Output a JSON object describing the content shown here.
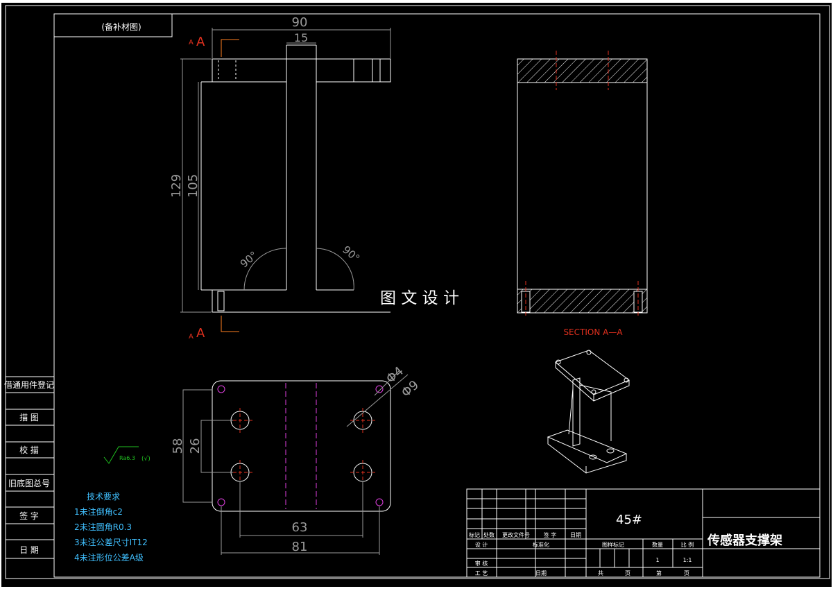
{
  "title_tab": "(备补材图)",
  "section_mark": "A",
  "section_label": "SECTION A—A",
  "watermark": "图 文 设 计",
  "dims": {
    "top_width": "90",
    "web_width": "15",
    "height_total": "129",
    "height_inner": "105",
    "angle_left": "90°",
    "angle_right": "90°",
    "hole_small": "Φ4",
    "hole_large": "Φ9",
    "vert_outer": "58",
    "vert_inner": "26",
    "horiz_inner": "63",
    "horiz_outer": "81"
  },
  "roughness": {
    "value": "Ra6.3",
    "suffix": "(√)"
  },
  "tech_req": {
    "title": "技术要求",
    "items": [
      "1未注倒角c2",
      "2未注圆角R0.3",
      "3未注公差尺寸IT12",
      "4未注形位公差A级"
    ]
  },
  "left_strip": [
    "借通用件登记",
    "描 图",
    "校 描",
    "旧底图总号",
    "签 字",
    "日 期"
  ],
  "title_block": {
    "material": "45#",
    "part_name": "传感器支撑架",
    "rev_headers": [
      "标记",
      "处数",
      "更改文件号",
      "签 字",
      "日期"
    ],
    "design": "设 计",
    "standard": "标准化",
    "review": "审 核",
    "process": "工 艺",
    "date": "日期",
    "stage_label": "图样标记",
    "qty_label": "数量",
    "scale_label": "比 例",
    "qty": "1",
    "scale": "1:1",
    "total": "共",
    "sheet_unit": "页",
    "sheet_no": "第",
    "sheet_unit2": "页"
  },
  "colors": {
    "bg": "#000000",
    "line": "#ffffff",
    "dim": "#9a9a9a",
    "red": "#e0301e",
    "magenta": "#e040e0",
    "cyan": "#40c0ff",
    "green": "#20c020",
    "orange": "#ff8020"
  }
}
